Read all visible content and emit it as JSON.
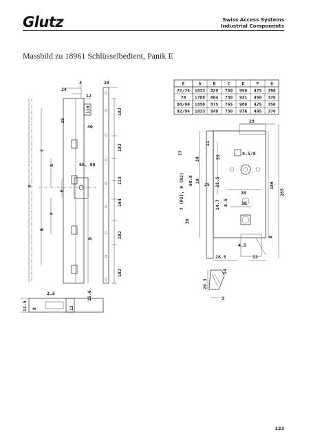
{
  "header": {
    "logo": "Glutz",
    "company_line1": "Swiss Access Systems",
    "company_line2": "Industrial Components"
  },
  "title": "Massbild zu 18961 Schlüsselbedient, Panik E",
  "page_number": "123",
  "table": {
    "headers": [
      "E",
      "A",
      "B",
      "C",
      "D",
      "F",
      "G"
    ],
    "rows": [
      [
        "72/74",
        "1833",
        "829",
        "750",
        "956",
        "475",
        "396"
      ],
      [
        "78",
        "1788",
        "804",
        "730",
        "931",
        "450",
        "376"
      ],
      [
        "88/90",
        "1850",
        "875",
        "765",
        "980",
        "425",
        "350"
      ],
      [
        "92/94",
        "1833",
        "849",
        "730",
        "976",
        "495",
        "376"
      ]
    ]
  },
  "left_drawing": {
    "top_dims": [
      "3",
      "24",
      "12",
      "20"
    ],
    "side_dims": [
      "110",
      "182",
      "182",
      "113",
      "164",
      "182",
      "182"
    ],
    "labels": [
      "25",
      "40",
      "60, 80",
      "C",
      "G",
      "A",
      "E",
      "F",
      "B",
      "D"
    ],
    "bottom_dims": [
      "2.5",
      "11.5",
      "8",
      "12",
      "15.6"
    ]
  },
  "right_drawing": {
    "dims": [
      "29",
      "11",
      "77",
      "30",
      "10",
      "55",
      "8.5/9",
      "60.8",
      "7 (P2), 9 (R2)",
      "25",
      "21.5",
      "38",
      "14.7",
      "8.5",
      "20",
      "186",
      "205",
      "8",
      "30",
      "28.5",
      "12",
      "4.5",
      "14",
      "20.3",
      "3"
    ]
  }
}
